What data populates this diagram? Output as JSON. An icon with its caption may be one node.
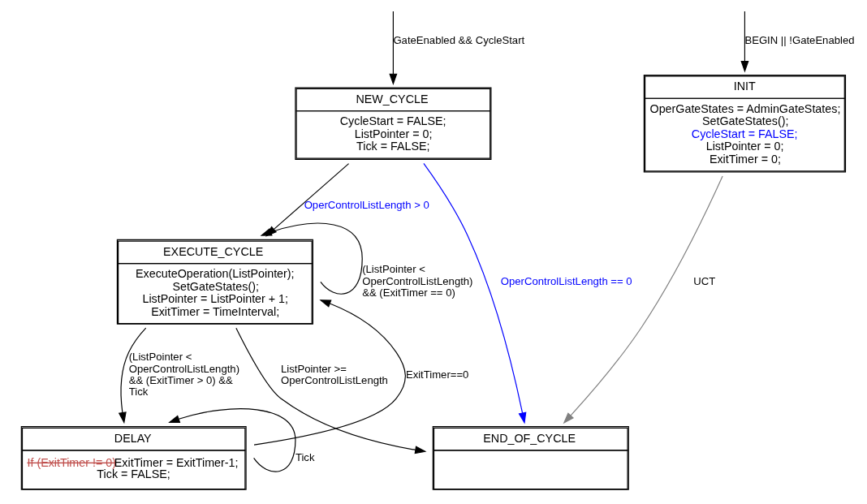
{
  "diagram": {
    "nodes": [
      {
        "text": [
          "INIT",
          "OperGateStates = AdminGateStates;",
          "SetGateStates();",
          "CycleStart = FALSE;",
          "ListPointer = 0;",
          "ExitTimer = 0;"
        ]
      },
      {
        "text": [
          "NEW_CYCLE",
          "CycleStart = FALSE;",
          "ListPointer = 0;",
          "Tick = FALSE;"
        ]
      },
      {
        "text": [
          "EXECUTE_CYCLE",
          "ExecuteOperation(ListPointer);",
          "SetGateStates();",
          "ListPointer = ListPointer + 1;",
          "ExitTimer = TimeInterval;"
        ]
      },
      {
        "text": [
          "END_OF_CYCLE"
        ]
      },
      {
        "text": [
          "DELAY",
          "If (ExitTimer != 0)",
          "ExitTimer = ExitTimer-1;",
          "Tick = FALSE;"
        ]
      }
    ],
    "edges": [
      {
        "from": null,
        "to": 0,
        "arrow": "to",
        "label": "BEGIN || !GateEnabled"
      },
      {
        "from": null,
        "to": 1,
        "arrow": "to",
        "label": "GateEnabled && CycleStart"
      },
      {
        "from": 0,
        "to": 3,
        "arrow": "to",
        "label": "UCT",
        "color": "#808080"
      },
      {
        "from": 1,
        "to": 3,
        "arrow": "to",
        "label": "OperControlListLength == 0",
        "color": "#0000ff"
      },
      {
        "from": 1,
        "to": 2,
        "arrow": "to",
        "label": "OperControlListLength > 0"
      },
      {
        "from": 2,
        "to": 3,
        "arrow": "to",
        "label": "ListPointer >= OperControlListLength"
      },
      {
        "from": 2,
        "to": 4,
        "arrow": "to",
        "label": "(ListPointer < OperControlListLength) && (ExitTimer > 0) && Tick"
      },
      {
        "from": 2,
        "to": 2,
        "arrow": "to",
        "label": "(ListPointer < OperControlListLength) && (ExitTimer == 0)"
      },
      {
        "from": 4,
        "to": 4,
        "arrow": "to",
        "label": "Tick"
      },
      {
        "from": 4,
        "to": 2,
        "arrow": "to",
        "label": "ExitTimer==0"
      }
    ]
  }
}
